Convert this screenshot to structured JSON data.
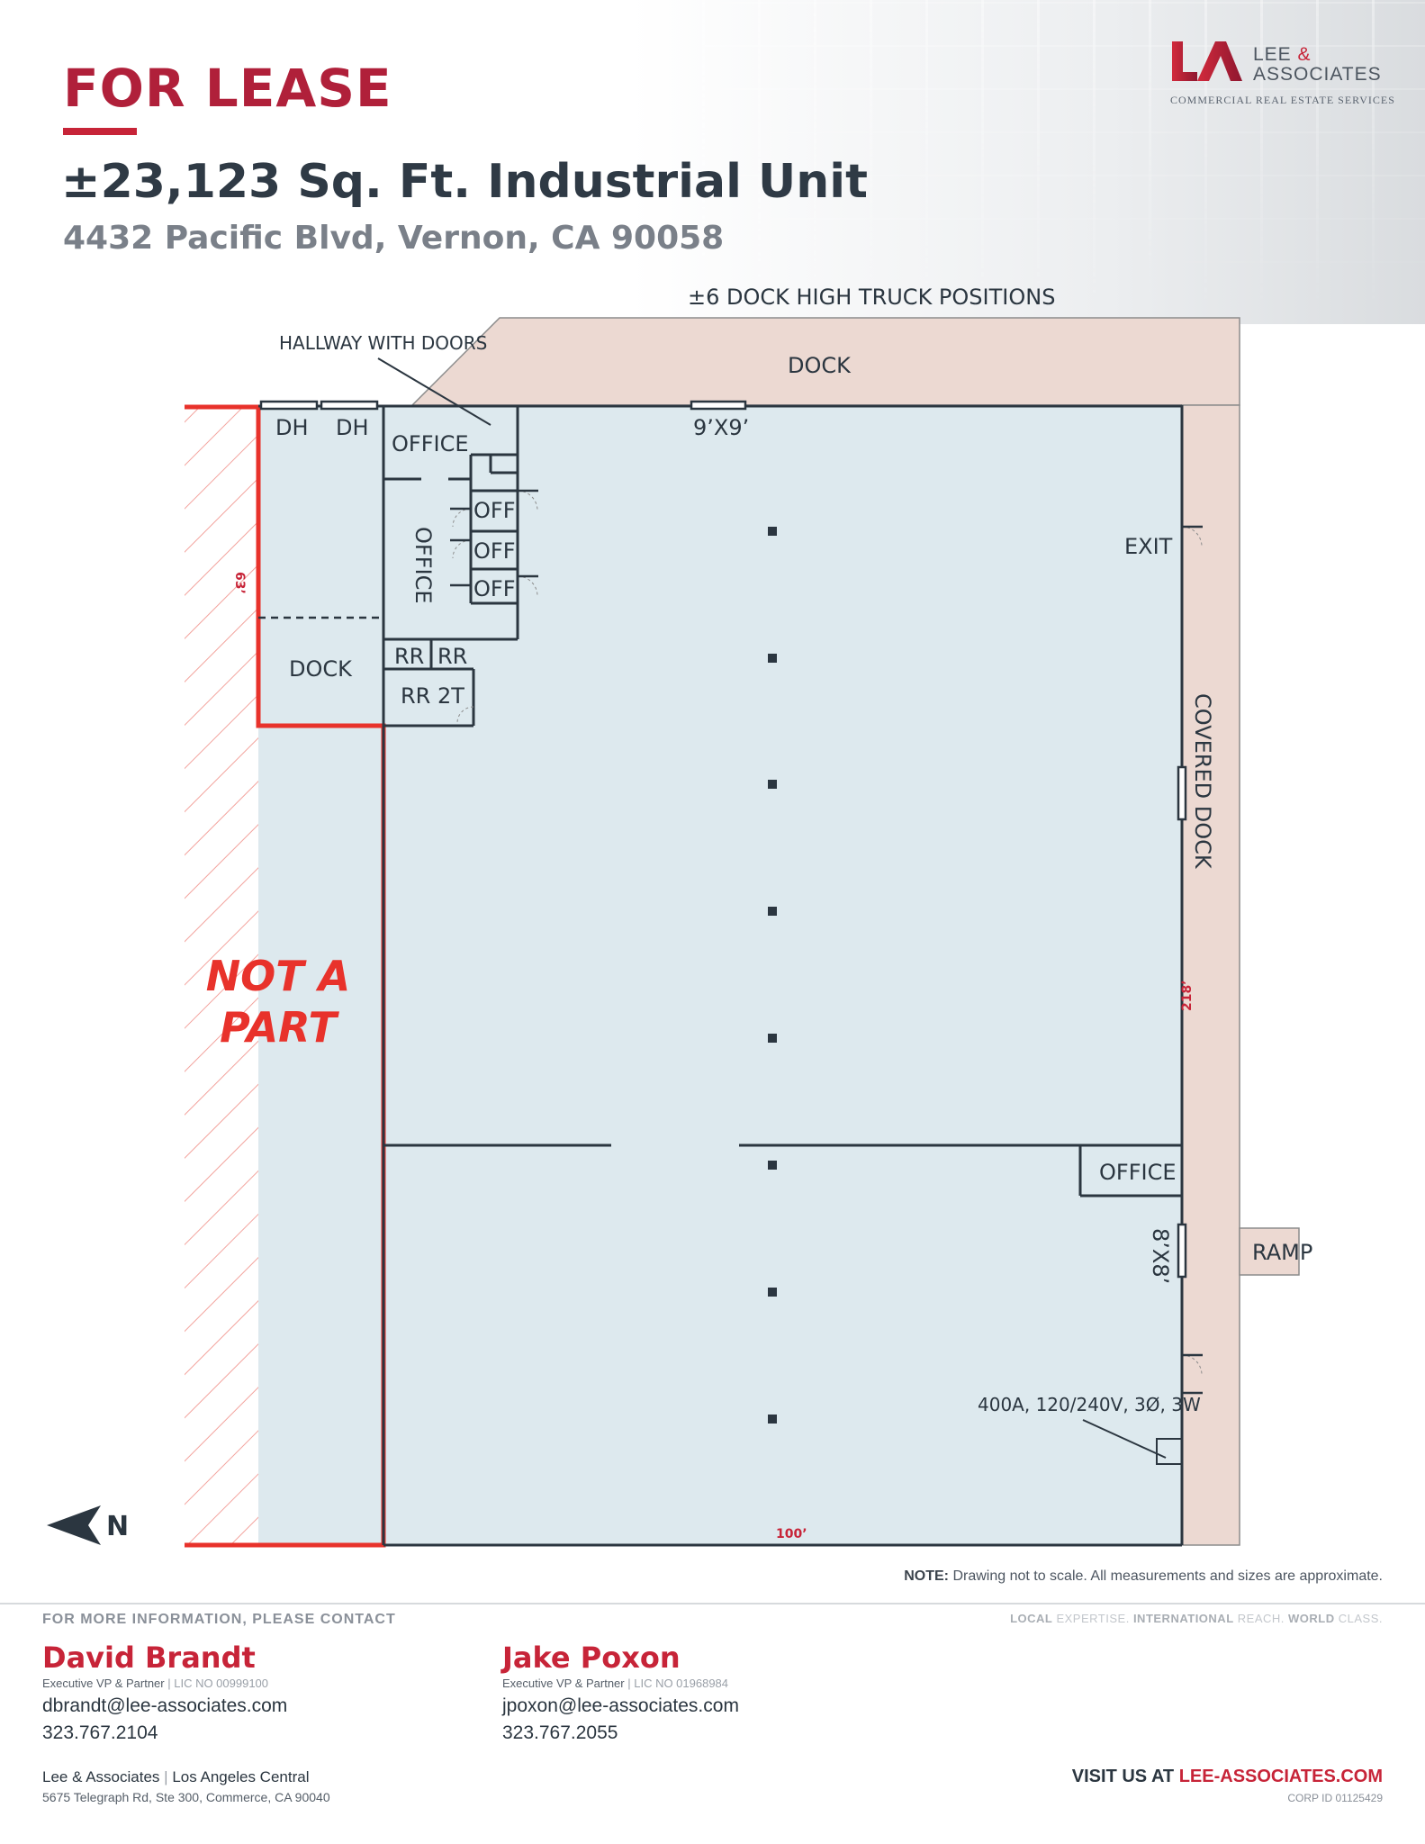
{
  "header": {
    "status": "FOR LEASE",
    "title": "±23,123 Sq. Ft. Industrial Unit",
    "address": "4432 Pacific Blvd, Vernon, CA 90058"
  },
  "logo": {
    "name_line1": "LEE",
    "ampersand": "&",
    "name_line2": "ASSOCIATES",
    "tagline": "COMMERCIAL REAL ESTATE SERVICES"
  },
  "floor_plan": {
    "dock_positions": "±6 DOCK HIGH TRUCK POSITIONS",
    "hallway": "HALLWAY WITH DOORS",
    "dock_top": "DOCK",
    "dh1": "DH",
    "dh2": "DH",
    "office_top": "OFFICE",
    "office_vertical": "OFFICE",
    "off1": "OFF",
    "off2": "OFF",
    "off3": "OFF",
    "rr1": "RR",
    "rr2": "RR",
    "rr2t": "RR 2T",
    "dock_left": "DOCK",
    "door_top": "9’X9’",
    "exit": "EXIT",
    "covered_dock": "COVERED DOCK",
    "not_a_part_1": "NOT A",
    "not_a_part_2": "PART",
    "dim_63": "63’",
    "dim_218": "218’",
    "dim_100": "100’",
    "office_right": "OFFICE",
    "door_right": "8’X8’",
    "ramp": "RAMP",
    "electrical": "400A, 120/240V, 3Ø, 3W",
    "north": "N"
  },
  "colors": {
    "brand_red": "#c72438",
    "floor_fill": "#dde9ee",
    "dock_fill": "#ecd9d2",
    "not_a_part_red": "#e8322b"
  },
  "note": {
    "label": "NOTE:",
    "text": "Drawing not to scale. All measurements and sizes are approximate."
  },
  "footer": {
    "contact_heading": "FOR MORE INFORMATION, PLEASE CONTACT",
    "slogan": {
      "w1": "LOCAL",
      "w2": "EXPERTISE.",
      "w3": "INTERNATIONAL",
      "w4": "REACH.",
      "w5": "WORLD",
      "w6": "CLASS."
    },
    "agents": [
      {
        "name": "David Brandt",
        "title": "Executive VP & Partner",
        "license": "| LIC NO 00999100",
        "email": "dbrandt@lee-associates.com",
        "phone": "323.767.2104"
      },
      {
        "name": "Jake Poxon",
        "title": "Executive VP & Partner",
        "license": "| LIC NO 01968984",
        "email": "jpoxon@lee-associates.com",
        "phone": "323.767.2055"
      }
    ],
    "office_company": "Lee & Associates",
    "office_sep": "|",
    "office_branch": "Los Angeles Central",
    "office_address": "5675 Telegraph Rd, Ste 300, Commerce, CA 90040",
    "visit_label": "VISIT US AT",
    "visit_url": "LEE-ASSOCIATES.COM",
    "corp_id": "CORP ID 01125429"
  }
}
